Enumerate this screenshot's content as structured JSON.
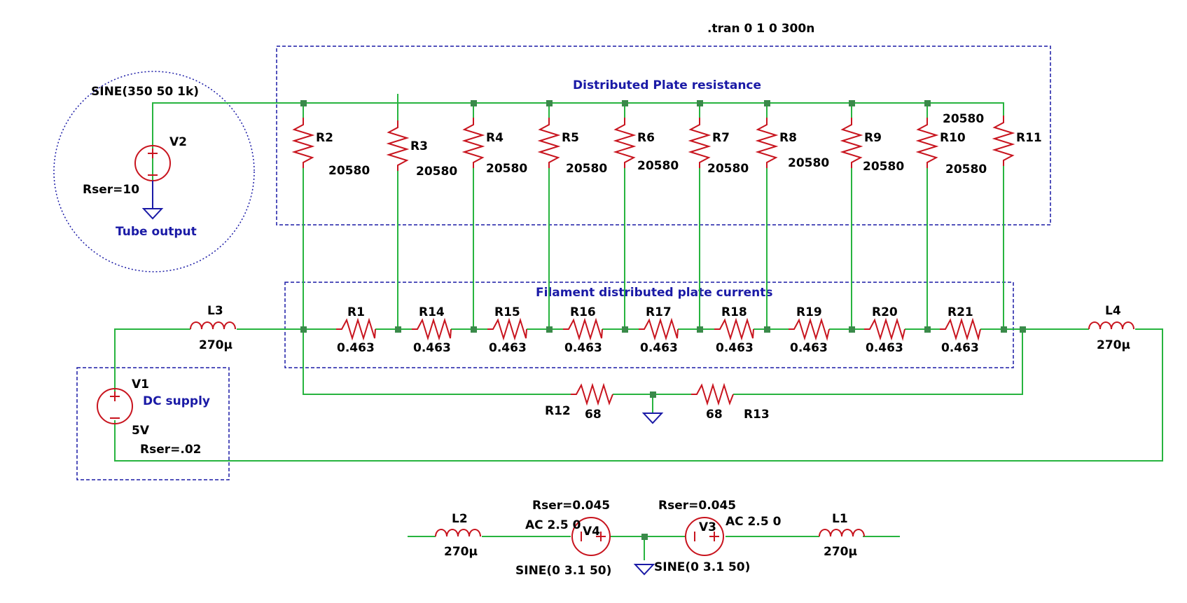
{
  "directive": ".tran 0 1 0 300n",
  "notes": {
    "plate": "Distributed Plate resistance",
    "filament": "Filament distributed plate currents",
    "tube": "Tube output",
    "supply": "DC supply"
  },
  "v2": {
    "name": "V2",
    "value": "SINE(350 50 1k)",
    "rser": "Rser=10"
  },
  "v1": {
    "name": "V1",
    "value": "5V",
    "rser": "Rser=.02"
  },
  "v3": {
    "name": "V3",
    "ac": "AC 2.5 0",
    "sine": "SINE(0 3.1 50)",
    "rser": "Rser=0.045"
  },
  "v4": {
    "name": "V4",
    "ac": "AC 2.5 0",
    "sine": "SINE(0 3.1 50)",
    "rser": "Rser=0.045"
  },
  "plate_resistors": [
    {
      "name": "R2",
      "value": "20580"
    },
    {
      "name": "R3",
      "value": "20580"
    },
    {
      "name": "R4",
      "value": "20580"
    },
    {
      "name": "R5",
      "value": "20580"
    },
    {
      "name": "R6",
      "value": "20580"
    },
    {
      "name": "R7",
      "value": "20580"
    },
    {
      "name": "R8",
      "value": "20580"
    },
    {
      "name": "R9",
      "value": "20580"
    },
    {
      "name": "R10",
      "value": "20580",
      "value2": "20580"
    },
    {
      "name": "R11",
      "value": ""
    }
  ],
  "filament_resistors": [
    {
      "name": "R1",
      "value": "0.463"
    },
    {
      "name": "R14",
      "value": "0.463"
    },
    {
      "name": "R15",
      "value": "0.463"
    },
    {
      "name": "R16",
      "value": "0.463"
    },
    {
      "name": "R17",
      "value": "0.463"
    },
    {
      "name": "R18",
      "value": "0.463"
    },
    {
      "name": "R19",
      "value": "0.463"
    },
    {
      "name": "R20",
      "value": "0.463"
    },
    {
      "name": "R21",
      "value": "0.463"
    }
  ],
  "r12": {
    "name": "R12",
    "value": "68"
  },
  "r13": {
    "name": "R13",
    "value": "68"
  },
  "inductors": {
    "L1": {
      "name": "L1",
      "value": "270µ"
    },
    "L2": {
      "name": "L2",
      "value": "270µ"
    },
    "L3": {
      "name": "L3",
      "value": "270µ"
    },
    "L4": {
      "name": "L4",
      "value": "270µ"
    }
  },
  "colors": {
    "wire": "#27b43f",
    "component": "#c8141e",
    "annotation": "#1a1aa6",
    "junction": "#3a8a4a"
  }
}
